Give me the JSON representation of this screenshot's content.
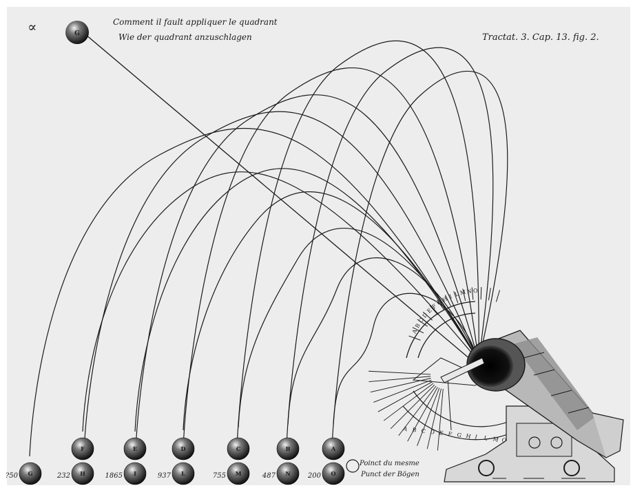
{
  "title_fr": "Comment il fault appliquer le quadrant",
  "title_de": "Wie der quadrant anzuschlagen",
  "alpha_mark": "∝",
  "g_ball_label": "G",
  "reference": "Tractat. 3. Cap. 13. fig. 2.",
  "quadrant_letters_upper": [
    "A",
    "B",
    "C",
    "D",
    "E",
    "F",
    "G",
    "H",
    "I",
    "L",
    "M",
    "N",
    "O"
  ],
  "quadrant_letters_lower": [
    "A",
    "B",
    "C",
    "D",
    "E",
    "F",
    "G",
    "H",
    "I",
    "L",
    "M",
    "O"
  ],
  "top_balls": [
    "F",
    "E",
    "D",
    "C",
    "B",
    "A"
  ],
  "bottom_balls": [
    {
      "distance": "?50",
      "label": "G"
    },
    {
      "distance": "232",
      "label": "H"
    },
    {
      "distance": "1865",
      "label": "I"
    },
    {
      "distance": "937",
      "label": "L"
    },
    {
      "distance": "755",
      "label": "M"
    },
    {
      "distance": "487",
      "label": "N"
    },
    {
      "distance": "200",
      "label": "O"
    }
  ],
  "poinct_fr": "Poinct du mesme",
  "poinct_de": "Punct der Bögen"
}
